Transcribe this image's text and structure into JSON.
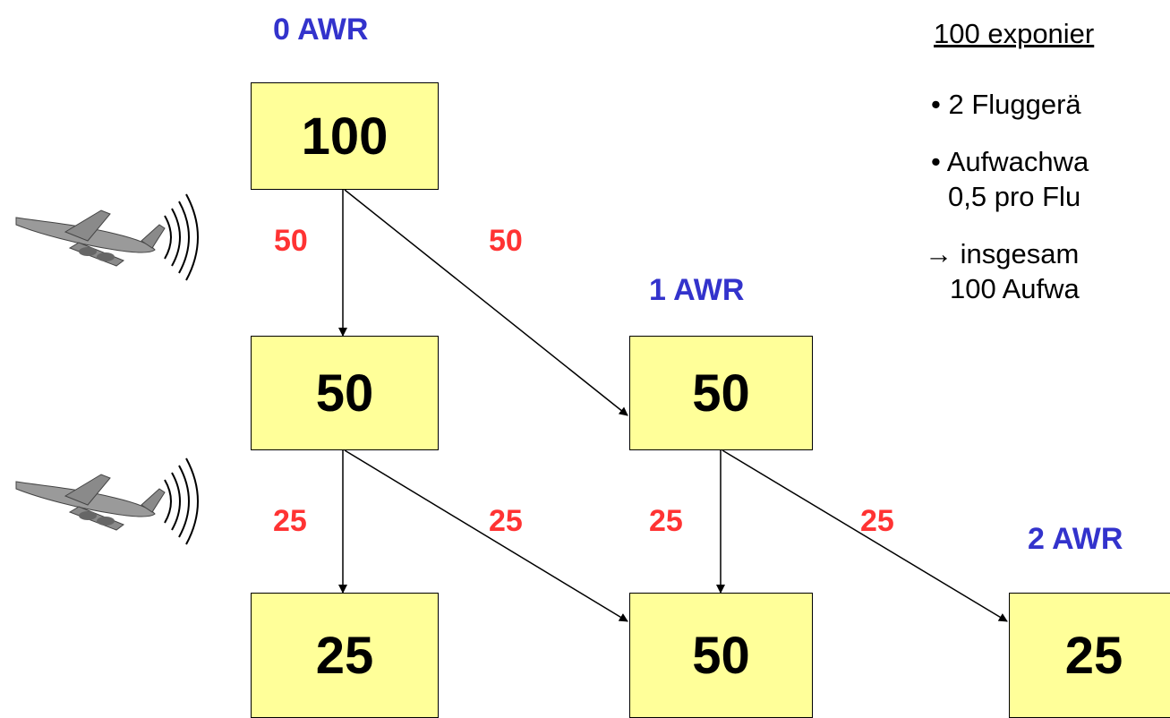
{
  "colors": {
    "level": "#3333cc",
    "edge": "#ff3333",
    "box_fill": "#ffff99"
  },
  "levels": {
    "l0": "0 AWR",
    "l1": "1 AWR",
    "l2": "2 AWR"
  },
  "nodes": {
    "top": "100",
    "mid_left": "50",
    "mid_right": "50",
    "bot_left": "25",
    "bot_mid": "50",
    "bot_right": "25"
  },
  "edges": {
    "top_down": "50",
    "top_diag": "50",
    "ml_down": "25",
    "ml_diag": "25",
    "mr_down": "25",
    "mr_diag": "25"
  },
  "icons": [
    "airplane-radio-icon",
    "airplane-radio-icon"
  ],
  "notes": {
    "heading": "100 exponier",
    "bullet1": "• 2 Fluggerä",
    "bullet2_line1": "• Aufwachwa",
    "bullet2_line2": "0,5 pro Flu",
    "conclusion_line1": "→ insgesam",
    "conclusion_line2": "100 Aufwa"
  }
}
